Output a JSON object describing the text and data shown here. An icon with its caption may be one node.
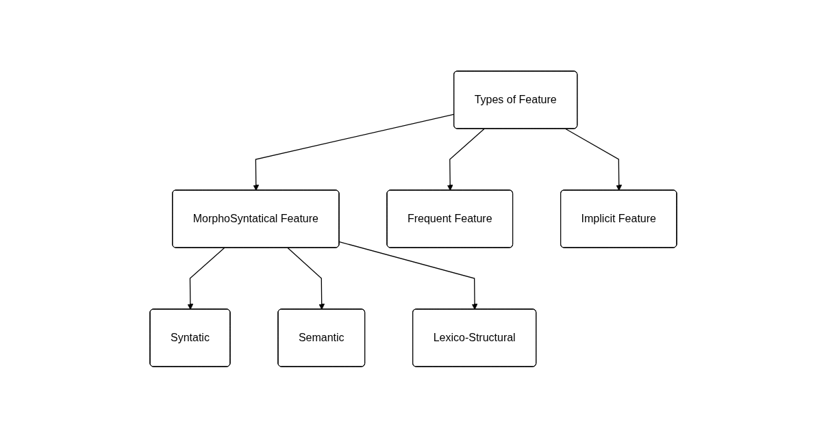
{
  "diagram": {
    "nodes": [
      {
        "text": [
          "Types of Feature"
        ]
      },
      {
        "text": [
          "MorphoSyntatical Feature"
        ]
      },
      {
        "text": [
          "Frequent Feature"
        ]
      },
      {
        "text": [
          "Implicit Feature"
        ]
      },
      {
        "text": [
          "Syntatic"
        ]
      },
      {
        "text": [
          "Semantic"
        ]
      },
      {
        "text": [
          "Lexico-Structural"
        ]
      }
    ],
    "edges": [
      {
        "from": 0,
        "to": 1,
        "arrow": "to"
      },
      {
        "from": 0,
        "to": 2,
        "arrow": "to"
      },
      {
        "from": 0,
        "to": 3,
        "arrow": "to"
      },
      {
        "from": 1,
        "to": 4,
        "arrow": "to"
      },
      {
        "from": 1,
        "to": 5,
        "arrow": "to"
      },
      {
        "from": 1,
        "to": 6,
        "arrow": "to"
      }
    ]
  }
}
